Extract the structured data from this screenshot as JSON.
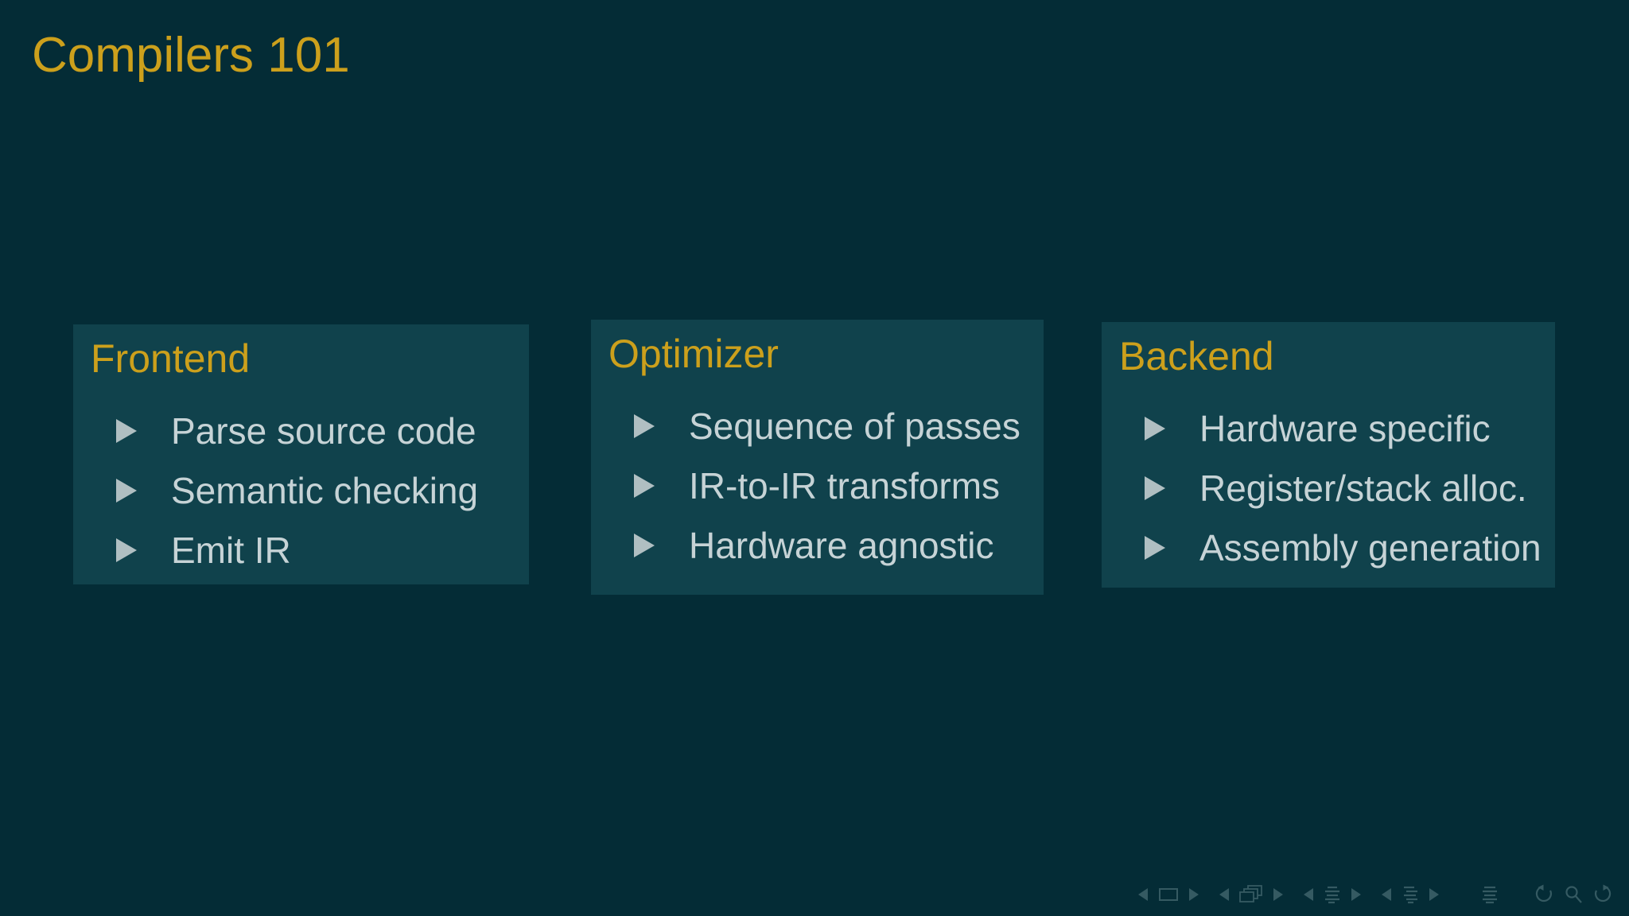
{
  "slide": {
    "title": "Compilers 101"
  },
  "blocks": [
    {
      "title": "Frontend",
      "items": [
        "Parse source code",
        "Semantic checking",
        "Emit IR"
      ]
    },
    {
      "title": "Optimizer",
      "items": [
        "Sequence of passes",
        "IR-to-IR transforms",
        "Hardware agnostic"
      ]
    },
    {
      "title": "Backend",
      "items": [
        "Hardware specific",
        "Register/stack alloc.",
        "Assembly generation"
      ]
    }
  ],
  "nav": {
    "symbols": [
      "prev-slide-arrow",
      "slide-icon",
      "next-slide-arrow",
      "prev-frame-arrow",
      "frames-icon",
      "next-frame-arrow",
      "prev-subsection-arrow",
      "subsection-icon",
      "next-subsection-arrow",
      "prev-section-arrow",
      "section-icon",
      "next-section-arrow",
      "presentation-icon",
      "back-icon",
      "search-icon",
      "forward-icon"
    ]
  },
  "colors": {
    "background": "#042c36",
    "block_background": "#10424c",
    "accent_gold": "#cca01c",
    "body_text": "#c6d3d6",
    "bullet": "#b0bfc2",
    "nav_icons": "#355a62"
  }
}
